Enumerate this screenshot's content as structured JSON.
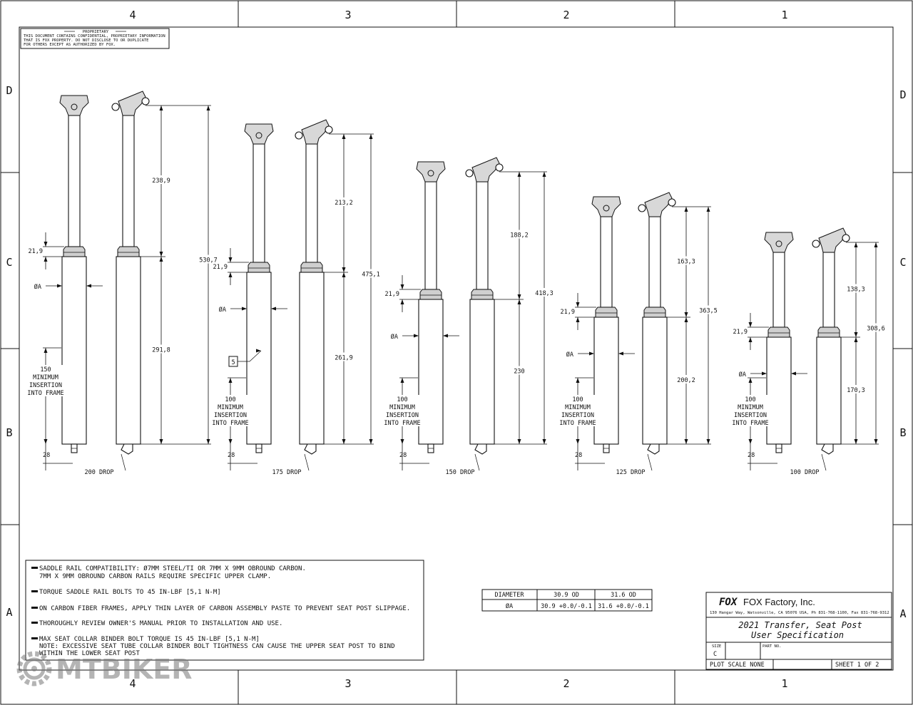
{
  "zones": {
    "columns_top": [
      "4",
      "3",
      "2",
      "1"
    ],
    "columns_bottom": [
      "4",
      "3",
      "2",
      "1"
    ],
    "rows_left": [
      "D",
      "C",
      "B",
      "A"
    ],
    "rows_right": [
      "D",
      "C",
      "B",
      "A"
    ]
  },
  "proprietary": {
    "title": "PROPRIETARY",
    "lines": [
      "THIS DOCUMENT CONTAINS CONFIDENTIAL, PROPRIETARY INFORMATION",
      "THAT IS FOX PROPERTY.  DO NOT DISCLOSE TO OR DUPLICATE",
      "FOR OTHERS EXCEPT AS AUTHORIZED BY FOX."
    ]
  },
  "posts": [
    {
      "drop_label": "200 DROP",
      "collar_height": "21,9",
      "diameter_label": "ØA",
      "min_insertion": [
        "150",
        "MINIMUM",
        "INSERTION",
        "INTO FRAME"
      ],
      "bottom": "28",
      "upper_length": "238,9",
      "lower_length": "291,8",
      "total_length": "530,7",
      "callout": ""
    },
    {
      "drop_label": "175 DROP",
      "collar_height": "21,9",
      "diameter_label": "ØA",
      "min_insertion": [
        "100",
        "MINIMUM",
        "INSERTION",
        "INTO FRAME"
      ],
      "bottom": "28",
      "upper_length": "213,2",
      "lower_length": "261,9",
      "total_length": "475,1",
      "callout": "5"
    },
    {
      "drop_label": "150 DROP",
      "collar_height": "21,9",
      "diameter_label": "ØA",
      "min_insertion": [
        "100",
        "MINIMUM",
        "INSERTION",
        "INTO FRAME"
      ],
      "bottom": "28",
      "upper_length": "188,2",
      "lower_length": "230",
      "total_length": "418,3",
      "callout": ""
    },
    {
      "drop_label": "125 DROP",
      "collar_height": "21,9",
      "diameter_label": "ØA",
      "min_insertion": [
        "100",
        "MINIMUM",
        "INSERTION",
        "INTO FRAME"
      ],
      "bottom": "28",
      "upper_length": "163,3",
      "lower_length": "200,2",
      "total_length": "363,5",
      "callout": ""
    },
    {
      "drop_label": "100 DROP",
      "collar_height": "21,9",
      "diameter_label": "ØA",
      "min_insertion": [
        "100",
        "MINIMUM",
        "INSERTION",
        "INTO FRAME"
      ],
      "bottom": "28",
      "upper_length": "138,3",
      "lower_length": "170,3",
      "total_length": "308,6",
      "callout": ""
    }
  ],
  "notes": [
    [
      "SADDLE RAIL COMPATIBILITY: Ø7MM STEEL/TI OR 7MM X 9MM OBROUND CARBON.",
      "7MM X 9MM OBROUND CARBON RAILS REQUIRE SPECIFIC UPPER CLAMP."
    ],
    [
      "TORQUE SADDLE RAIL BOLTS TO 45 IN-LBF [5,1 N-M]"
    ],
    [
      "ON CARBON FIBER FRAMES, APPLY THIN LAYER OF CARBON ASSEMBLY PASTE TO PREVENT SEAT POST SLIPPAGE."
    ],
    [
      "THOROUGHLY REVIEW OWNER'S MANUAL PRIOR TO INSTALLATION AND USE."
    ],
    [
      "MAX SEAT COLLAR BINDER BOLT TORQUE IS 45 IN-LBF [5,1 N-M]",
      "NOTE: EXCESSIVE SEAT TUBE COLLAR BINDER BOLT TIGHTNESS CAN CAUSE THE UPPER SEAT POST TO BIND",
      "WITHIN THE LOWER SEAT POST"
    ]
  ],
  "diameter_table": {
    "headers": [
      "DIAMETER",
      "30.9 OD",
      "31.6 OD"
    ],
    "row": [
      "ØA",
      "30.9 +0.0/-0.1",
      "31.6 +0.0/-0.1"
    ]
  },
  "title_block": {
    "logo": "FOX",
    "company": "FOX Factory, Inc.",
    "address": "130 Hangar Way, Watsonville, CA 95076 USA, Ph 831-768-1100, Fax 831-768-9312",
    "title_line1": "2021 Transfer, Seat Post",
    "title_line2": "User Specification",
    "size_label": "SIZE",
    "size_value": "C",
    "part_no_label": "PART NO.",
    "plot_scale": "PLOT SCALE  NONE",
    "sheet": "SHEET 1 OF 2"
  },
  "watermark": "MTBIKER"
}
